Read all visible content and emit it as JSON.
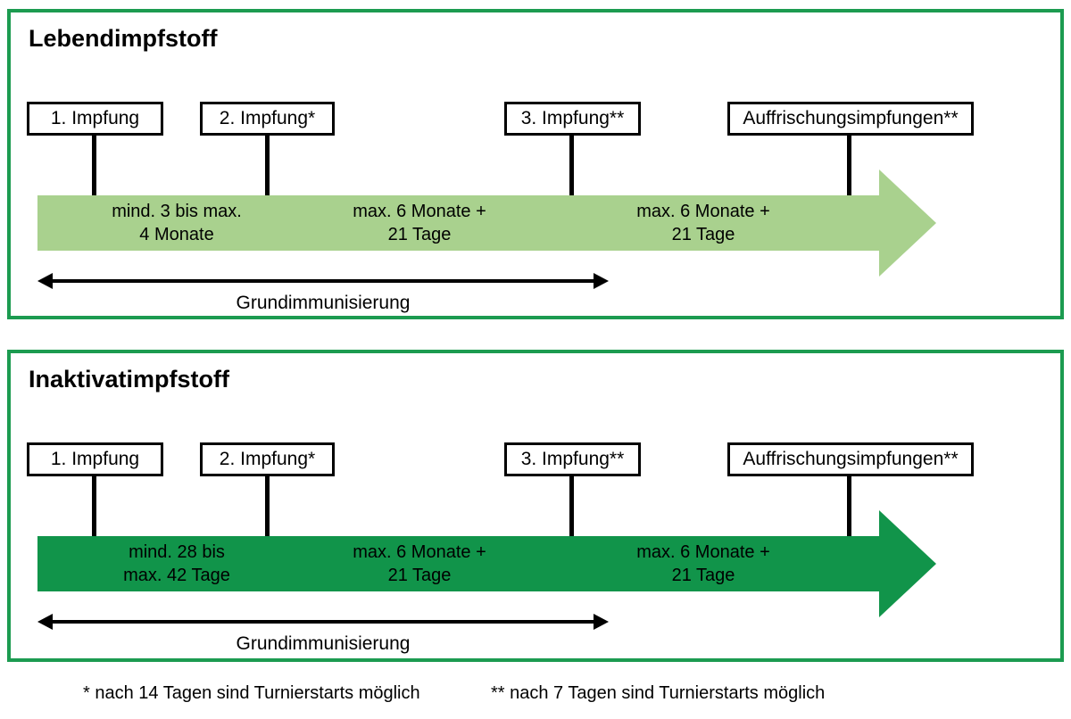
{
  "colors": {
    "panel_border": "#1c9b50",
    "light_arrow": "#a9d18e",
    "dark_arrow": "#11944a",
    "arrow_black": "#000000",
    "background": "#ffffff",
    "text": "#000000"
  },
  "panels": [
    {
      "id": "live-vaccine",
      "title": "Lebendimpfstoff",
      "arrow_color": "#a9d18e",
      "boxes": [
        {
          "label": "1. Impfung"
        },
        {
          "label": "2. Impfung*"
        },
        {
          "label": "3. Impfung**"
        },
        {
          "label": "Auffrischungsimpfungen**"
        }
      ],
      "intervals": [
        {
          "line1": "mind. 3 bis max.",
          "line2": "4 Monate"
        },
        {
          "line1": "max. 6 Monate +",
          "line2": "21 Tage"
        },
        {
          "line1": "max. 6 Monate +",
          "line2": "21 Tage"
        }
      ],
      "baseline_label": "Grundimmunisierung"
    },
    {
      "id": "inactivated-vaccine",
      "title": "Inaktivatimpfstoff",
      "arrow_color": "#11944a",
      "boxes": [
        {
          "label": "1. Impfung"
        },
        {
          "label": "2. Impfung*"
        },
        {
          "label": "3. Impfung**"
        },
        {
          "label": "Auffrischungsimpfungen**"
        }
      ],
      "intervals": [
        {
          "line1": "mind. 28 bis",
          "line2": "max. 42 Tage"
        },
        {
          "line1": "max. 6 Monate +",
          "line2": "21 Tage"
        },
        {
          "line1": "max. 6 Monate +",
          "line2": "21 Tage"
        }
      ],
      "baseline_label": "Grundimmunisierung"
    }
  ],
  "footnotes": [
    "* nach 14 Tagen sind Turnierstarts möglich",
    "** nach 7 Tagen sind Turnierstarts möglich"
  ]
}
